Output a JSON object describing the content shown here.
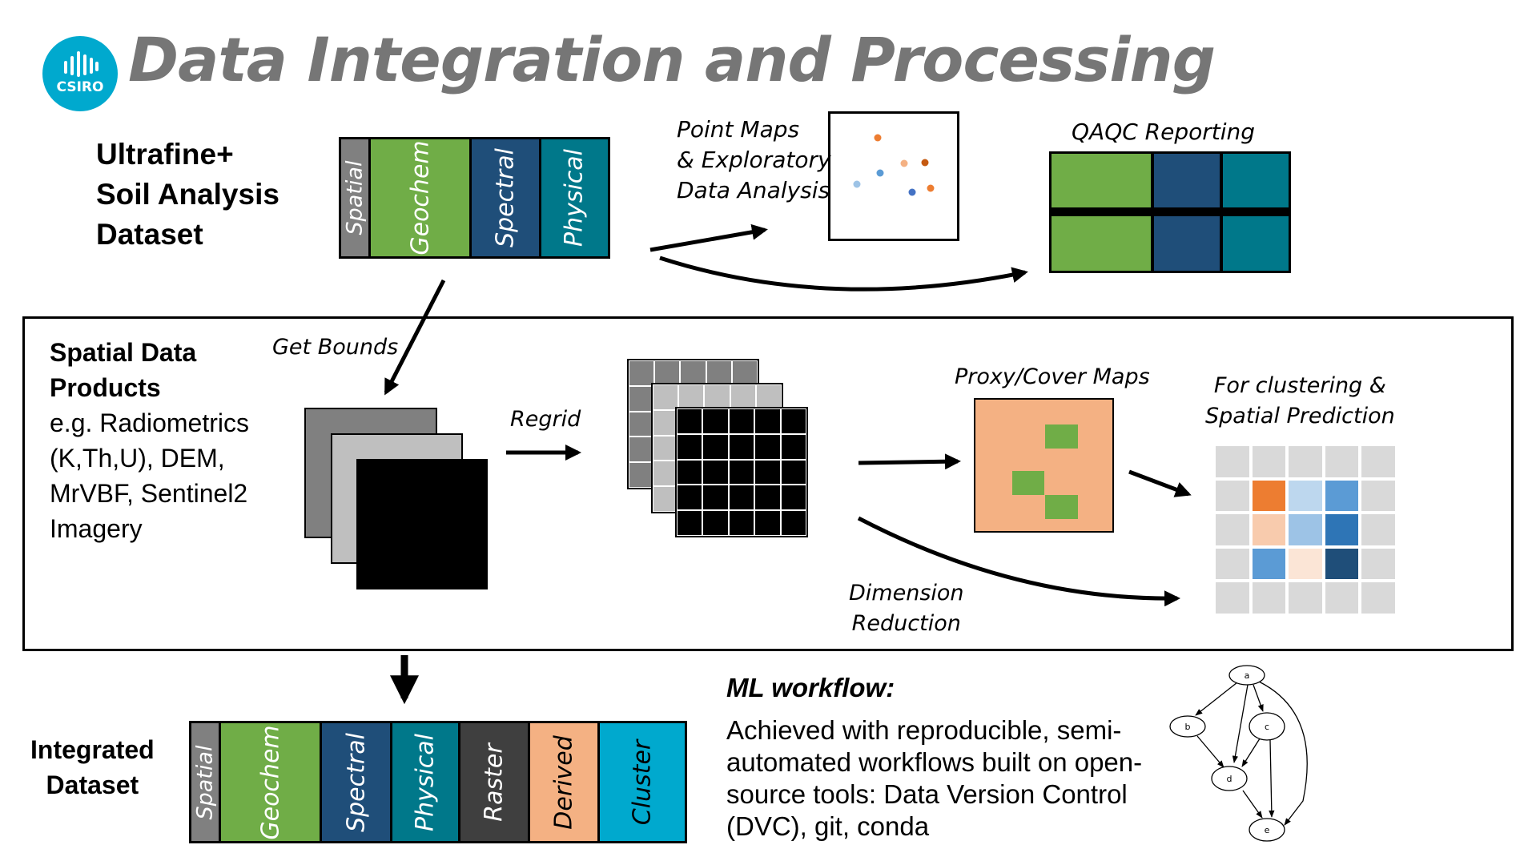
{
  "title": "Data Integration and Processing",
  "logo": {
    "text": "CSIRO",
    "color": "#00A9CE"
  },
  "top_dataset": {
    "heading_lines": [
      "Ultrafine+",
      "Soil Analysis",
      "Dataset"
    ],
    "segments": [
      {
        "label": "Spatial",
        "color": "#808080"
      },
      {
        "label": "Geochem",
        "color": "#70AD47"
      },
      {
        "label": "Spectral",
        "color": "#1F4E79"
      },
      {
        "label": "Physical",
        "color": "#00788A"
      }
    ]
  },
  "point_maps": {
    "label_lines": [
      "Point Maps",
      "& Exploratory",
      "Data Analysis"
    ],
    "point_colors": [
      "#ED7D31",
      "#F4B183",
      "#C55A11",
      "#9DC3E6",
      "#5B9BD5",
      "#4472C4",
      "#ED7D31"
    ]
  },
  "qaqc": {
    "label": "QAQC Reporting",
    "colors": [
      "#70AD47",
      "#1F4E79",
      "#00788A"
    ]
  },
  "spatial_products": {
    "heading_lines": [
      "Spatial Data",
      "Products"
    ],
    "body_lines": [
      "e.g. Radiometrics",
      "(K,Th,U), DEM,",
      "MrVBF, Sentinel2",
      "Imagery"
    ],
    "get_bounds_label": "Get Bounds",
    "regrid_label": "Regrid",
    "proxy_label": "Proxy/Cover Maps",
    "proxy_colors": {
      "background": "#F4B183",
      "patch": "#70AD47"
    },
    "clustering_label_lines": [
      "For clustering &",
      "Spatial Prediction"
    ],
    "dimension_label_lines": [
      "Dimension",
      "Reduction"
    ],
    "heatmap_colors": {
      "orange": "#ED7D31",
      "light_blue": "#BDD7EE",
      "mid_blue": "#5B9BD5",
      "peach": "#F8CBAD",
      "pale_blue": "#9DC3E6",
      "blue": "#2E75B6",
      "pale_peach": "#FBE5D6",
      "dark_blue": "#1F4E79"
    }
  },
  "integrated_dataset": {
    "heading_lines": [
      "Integrated",
      "Dataset"
    ],
    "segments": [
      {
        "label": "Spatial",
        "color": "#808080"
      },
      {
        "label": "Geochem",
        "color": "#70AD47"
      },
      {
        "label": "Spectral",
        "color": "#1F4E79"
      },
      {
        "label": "Physical",
        "color": "#00788A"
      },
      {
        "label": "Raster",
        "color": "#3F3F3F"
      },
      {
        "label": "Derived",
        "color": "#F4B183"
      },
      {
        "label": "Cluster",
        "color": "#00A9CE"
      }
    ]
  },
  "ml_workflow": {
    "heading": "ML workflow:",
    "body_lines": [
      "Achieved with reproducible, semi-",
      "automated workflows built on open-",
      "source tools: Data Version Control",
      "(DVC), git, conda"
    ],
    "dag_nodes": [
      "a",
      "b",
      "c",
      "d",
      "e"
    ]
  }
}
